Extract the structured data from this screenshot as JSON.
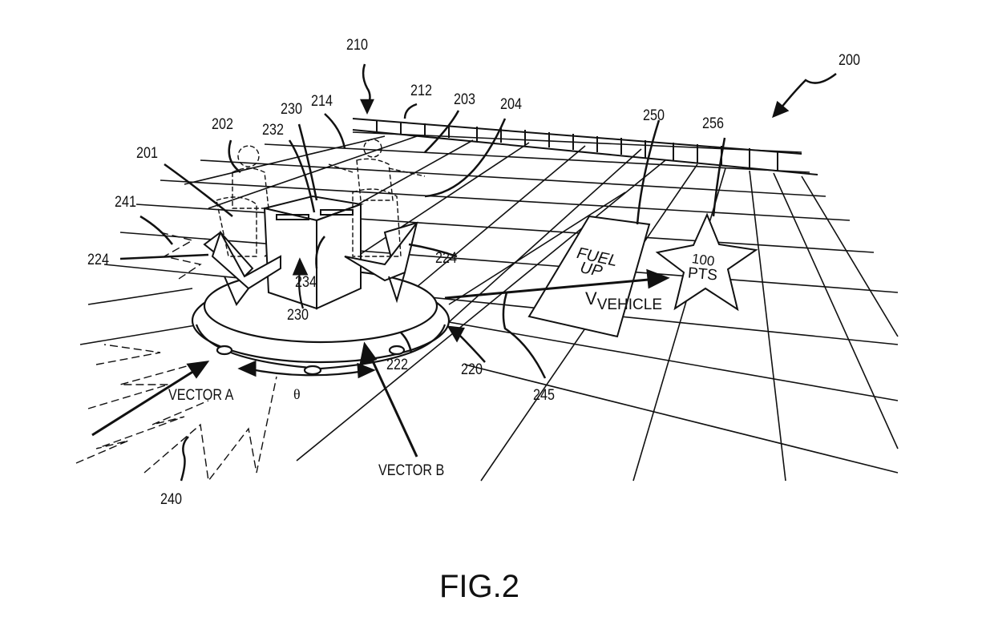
{
  "figure": {
    "caption": "FIG.2",
    "reference_numerals": {
      "n200": "200",
      "n201": "201",
      "n202": "202",
      "n203": "203",
      "n204": "204",
      "n210": "210",
      "n212": "212",
      "n214": "214",
      "n230_top": "230",
      "n232": "232",
      "n241": "241",
      "n224_left": "224",
      "n224_right": "224",
      "n234": "234",
      "n230_bottom": "230",
      "n250": "250",
      "n256": "256",
      "n222": "222",
      "n220": "220",
      "n245": "245",
      "n240": "240"
    },
    "annotations": {
      "vector_a": "VECTOR A",
      "vector_b": "VECTOR B",
      "theta": "θ",
      "velocity_v": "V",
      "velocity_sub": "VEHICLE"
    },
    "zone_text": {
      "fuel_line1": "FUEL",
      "fuel_line2": "UP"
    },
    "star_text": {
      "line1": "100",
      "line2": "PTS"
    }
  }
}
